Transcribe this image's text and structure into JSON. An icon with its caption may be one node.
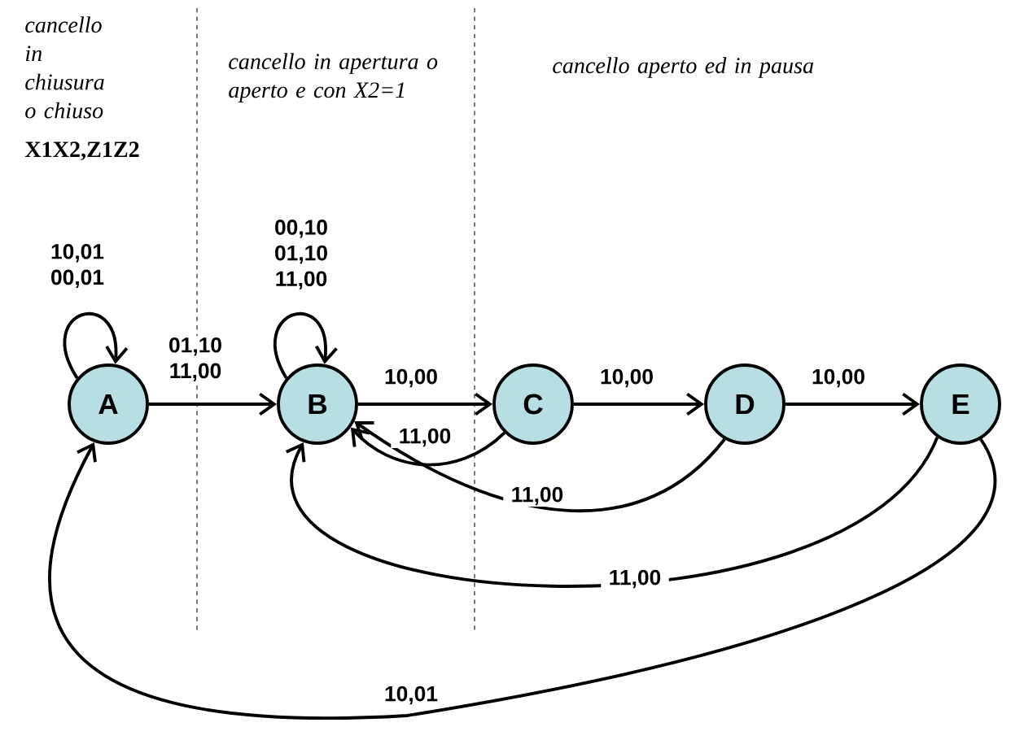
{
  "diagram": {
    "nodes": [
      {
        "text": [
          "A"
        ]
      },
      {
        "text": [
          "B"
        ]
      },
      {
        "text": [
          "C"
        ]
      },
      {
        "text": [
          "D"
        ]
      },
      {
        "text": [
          "E"
        ]
      }
    ],
    "edges": [
      {
        "from": 0,
        "to": 0,
        "arrow": "to",
        "label": "10,01 00,01"
      },
      {
        "from": 0,
        "to": 1,
        "arrow": "to",
        "label": "01,10 11,00"
      },
      {
        "from": 1,
        "to": 1,
        "arrow": "to",
        "label": "00,10 01,10 11,00"
      },
      {
        "from": 1,
        "to": 2,
        "arrow": "to",
        "label": "10,00"
      },
      {
        "from": 2,
        "to": 1,
        "arrow": "to",
        "label": "11,00"
      },
      {
        "from": 2,
        "to": 3,
        "arrow": "to",
        "label": "10,00"
      },
      {
        "from": 3,
        "to": 4,
        "arrow": "to",
        "label": "10,00"
      },
      {
        "from": 3,
        "to": 1,
        "arrow": "to",
        "label": "11,00"
      },
      {
        "from": 4,
        "to": 1,
        "arrow": "to",
        "label": "11,00"
      },
      {
        "from": 4,
        "to": 0,
        "arrow": "to",
        "label": "10,01"
      }
    ],
    "labels": [
      "cancello in chiusura o chiuso",
      "cancello in apertura o aperto e con X2=1",
      "cancello aperto ed in pausa",
      "X1X2,Z1Z2"
    ]
  }
}
